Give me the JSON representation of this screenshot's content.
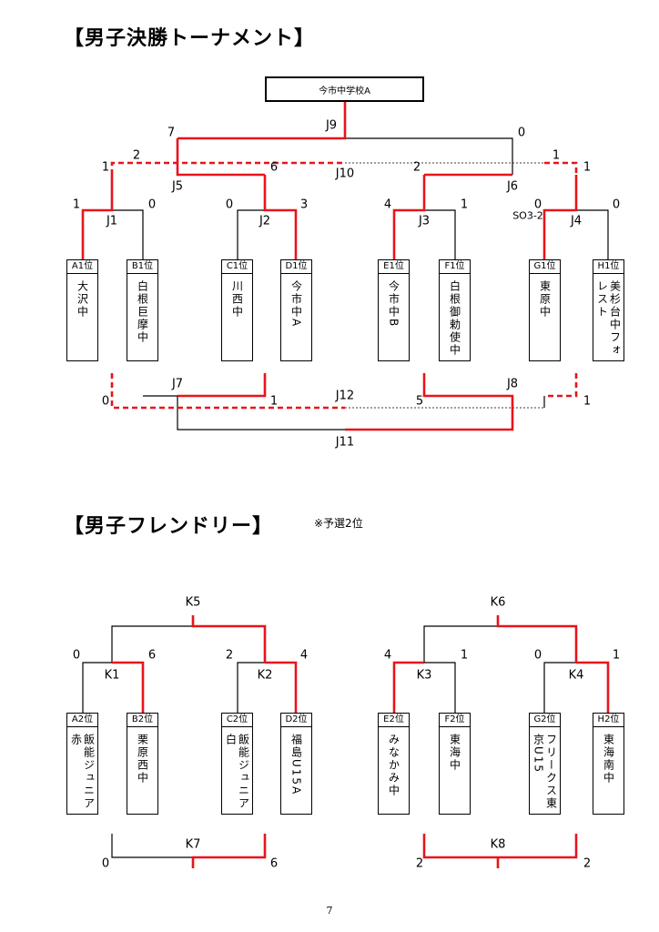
{
  "titles": {
    "final": "【男子決勝トーナメント】",
    "friendly": "【男子フレンドリー】",
    "note": "※予選2位"
  },
  "champion": "今市中学校A",
  "colors": {
    "winner_line": "#e8141b",
    "line": "#000000"
  },
  "final_teams": [
    {
      "seed": "A1位",
      "name": "大沢中"
    },
    {
      "seed": "B1位",
      "name": "白根巨摩中"
    },
    {
      "seed": "C1位",
      "name": "川西中"
    },
    {
      "seed": "D1位",
      "name": "今市中A"
    },
    {
      "seed": "E1位",
      "name": "今市中B"
    },
    {
      "seed": "F1位",
      "name": "白根御勅使中"
    },
    {
      "seed": "G1位",
      "name": "東原中"
    },
    {
      "seed": "H1位",
      "name": "美杉台中フォレスト"
    }
  ],
  "final_labels": {
    "J1": "J1",
    "J2": "J2",
    "J3": "J3",
    "J4": "J4",
    "J5": "J5",
    "J6": "J6",
    "J7": "J7",
    "J8": "J8",
    "J9": "J9",
    "J10": "J10",
    "J11": "J11",
    "J12": "J12",
    "so": "SO3-2"
  },
  "final_scores": {
    "j1_a": "1",
    "j1_b": "0",
    "j2_c": "0",
    "j2_d": "3",
    "j3_e": "4",
    "j3_f": "1",
    "j4_g": "0",
    "j4_h": "0",
    "j5_l": "1",
    "j5_r": "6",
    "j6_l": "2",
    "j6_r": "1",
    "j9_l": "7",
    "j9_r": "0",
    "j10_l": "2",
    "j10_r": "1",
    "j7_l": "0",
    "j7_r": "1",
    "j8_l": "5",
    "j8_r": "1"
  },
  "friendly_teams": [
    {
      "seed": "A2位",
      "name": "飯能ジュニア赤"
    },
    {
      "seed": "B2位",
      "name": "栗原西中"
    },
    {
      "seed": "C2位",
      "name": "飯能ジュニア白"
    },
    {
      "seed": "D2位",
      "name": "福島U15A"
    },
    {
      "seed": "E2位",
      "name": "みなかみ中"
    },
    {
      "seed": "F2位",
      "name": "東海中"
    },
    {
      "seed": "G2位",
      "name": "フリークス東京U15"
    },
    {
      "seed": "H2位",
      "name": "東海南中"
    }
  ],
  "friendly_labels": {
    "K1": "K1",
    "K2": "K2",
    "K3": "K3",
    "K4": "K4",
    "K5": "K5",
    "K6": "K6",
    "K7": "K7",
    "K8": "K8"
  },
  "friendly_scores": {
    "k1_a": "0",
    "k1_b": "6",
    "k2_c": "2",
    "k2_d": "4",
    "k3_e": "4",
    "k3_f": "1",
    "k4_g": "0",
    "k4_h": "1",
    "k7_l": "0",
    "k7_r": "6",
    "k8_l": "2",
    "k8_r": "2"
  },
  "page_number": "7"
}
